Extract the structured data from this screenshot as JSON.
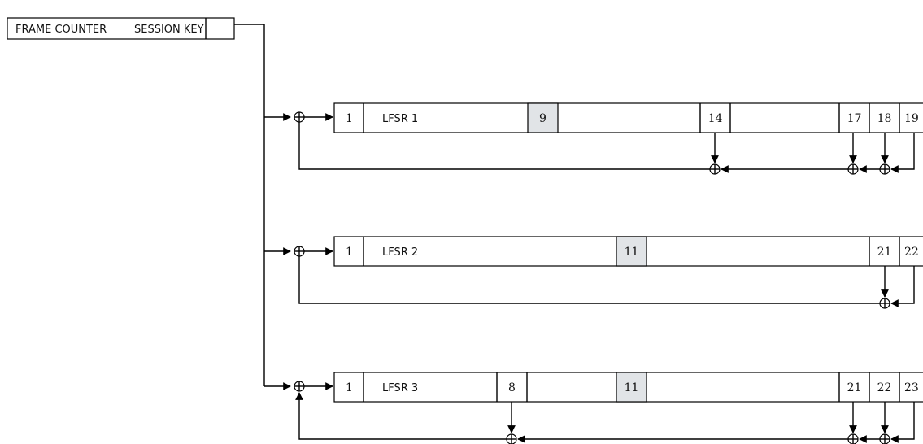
{
  "input": {
    "frame_counter": "FRAME COUNTER",
    "session_key": "SESSION KEY"
  },
  "registers": [
    {
      "name": "LFSR 1",
      "first_cell": "1",
      "clock_tap": "9",
      "cells": [
        "14",
        "17",
        "18",
        "19"
      ]
    },
    {
      "name": "LFSR 2",
      "first_cell": "1",
      "clock_tap": "11",
      "cells": [
        "21",
        "22"
      ]
    },
    {
      "name": "LFSR 3",
      "first_cell": "1",
      "clock_tap": "11",
      "cells": [
        "8",
        "21",
        "22",
        "23"
      ]
    }
  ],
  "colors": {
    "clock_tap_fill": "#e1e4e7",
    "line": "#000000"
  }
}
